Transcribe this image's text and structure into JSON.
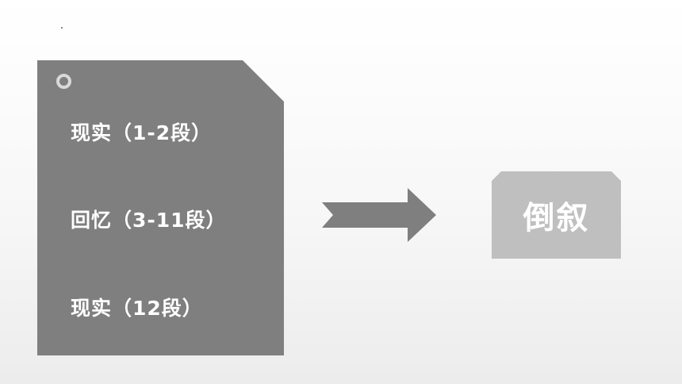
{
  "document_card": {
    "lines": [
      "现实（1-2段）",
      "回忆（3-11段）",
      "现实（12段）"
    ]
  },
  "result": {
    "label": "倒叙"
  },
  "colors": {
    "card": "#7f7f7f",
    "arrow": "#7f7f7f",
    "result_box": "#bfbfbf",
    "ring": "#d9d9d9",
    "text": "#ffffff"
  }
}
